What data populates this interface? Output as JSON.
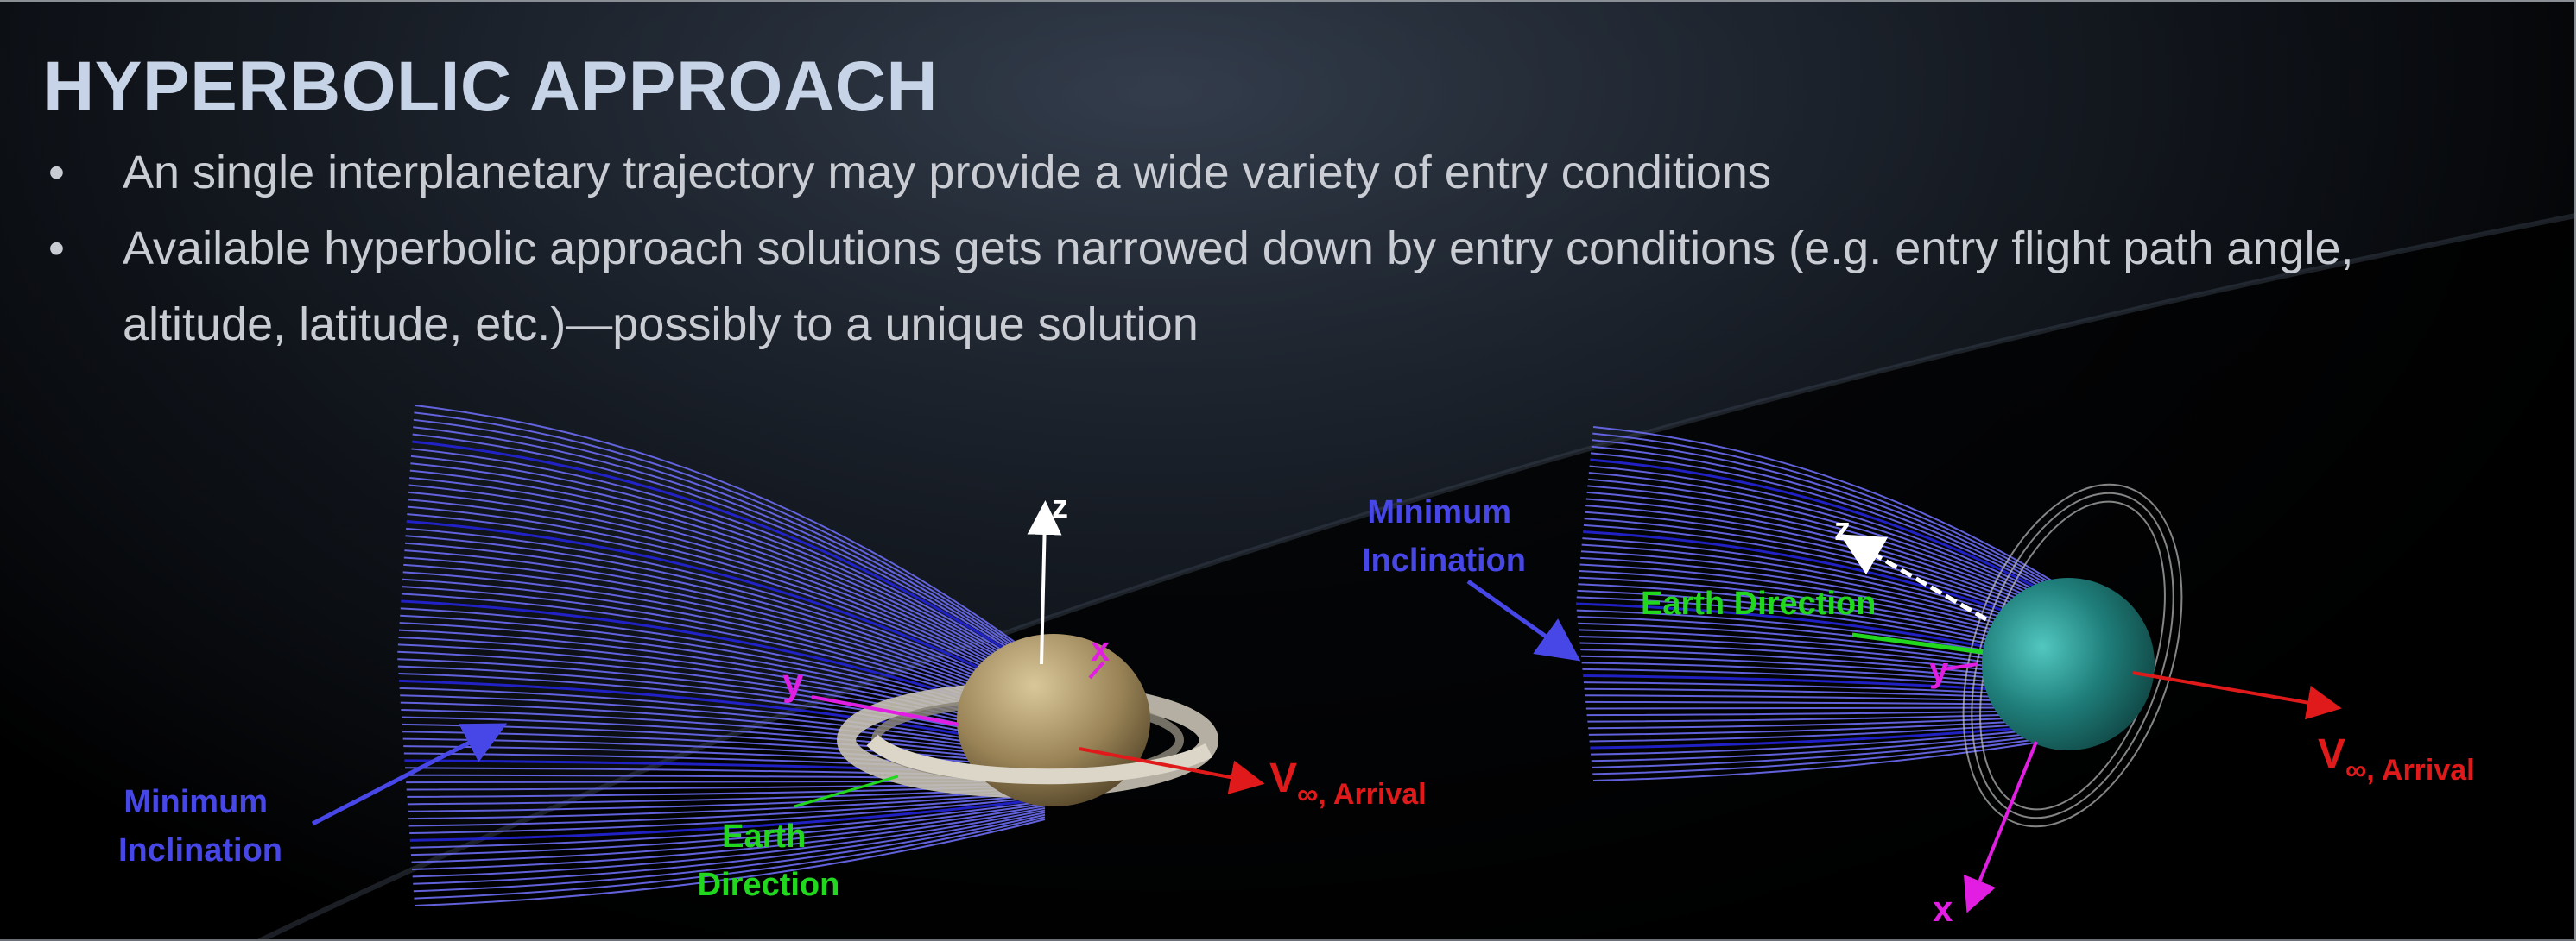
{
  "title": "HYPERBOLIC APPROACH",
  "bullets": [
    "An single interplanetary trajectory may provide a wide variety of entry conditions",
    "Available hyperbolic approach solutions gets narrowed down by entry conditions (e.g. entry flight path angle, altitude, latitude, etc.)—possibly to a unique solution"
  ],
  "bullet_symbol": "•",
  "left_figure": {
    "planet": "saturn",
    "axis_z": "z",
    "axis_x": "x",
    "axis_y": "y",
    "v_inf_main": "V",
    "v_inf_sub": "∞, Arrival",
    "min_inclination": [
      "Minimum",
      "Inclination"
    ],
    "earth_direction": [
      "Earth",
      "Direction"
    ]
  },
  "right_figure": {
    "planet": "uranus",
    "axis_z": "z",
    "axis_x": "x",
    "axis_y": "y",
    "v_inf_main": "V",
    "v_inf_sub": "∞, Arrival",
    "min_inclination": [
      "Minimum",
      "Inclination"
    ],
    "earth_direction": "Earth Direction"
  },
  "colors": {
    "trajectory": "#6b6bf2",
    "trajectory_dark": "#2424d8",
    "min_inclination_label": "#4747e8",
    "earth_direction": "#22d81f",
    "v_inf": "#e01a1a",
    "axis_xy": "#e21ee2",
    "axis_z": "#ffffff",
    "title": "#c7d3e6",
    "text": "#c9cdd3"
  }
}
